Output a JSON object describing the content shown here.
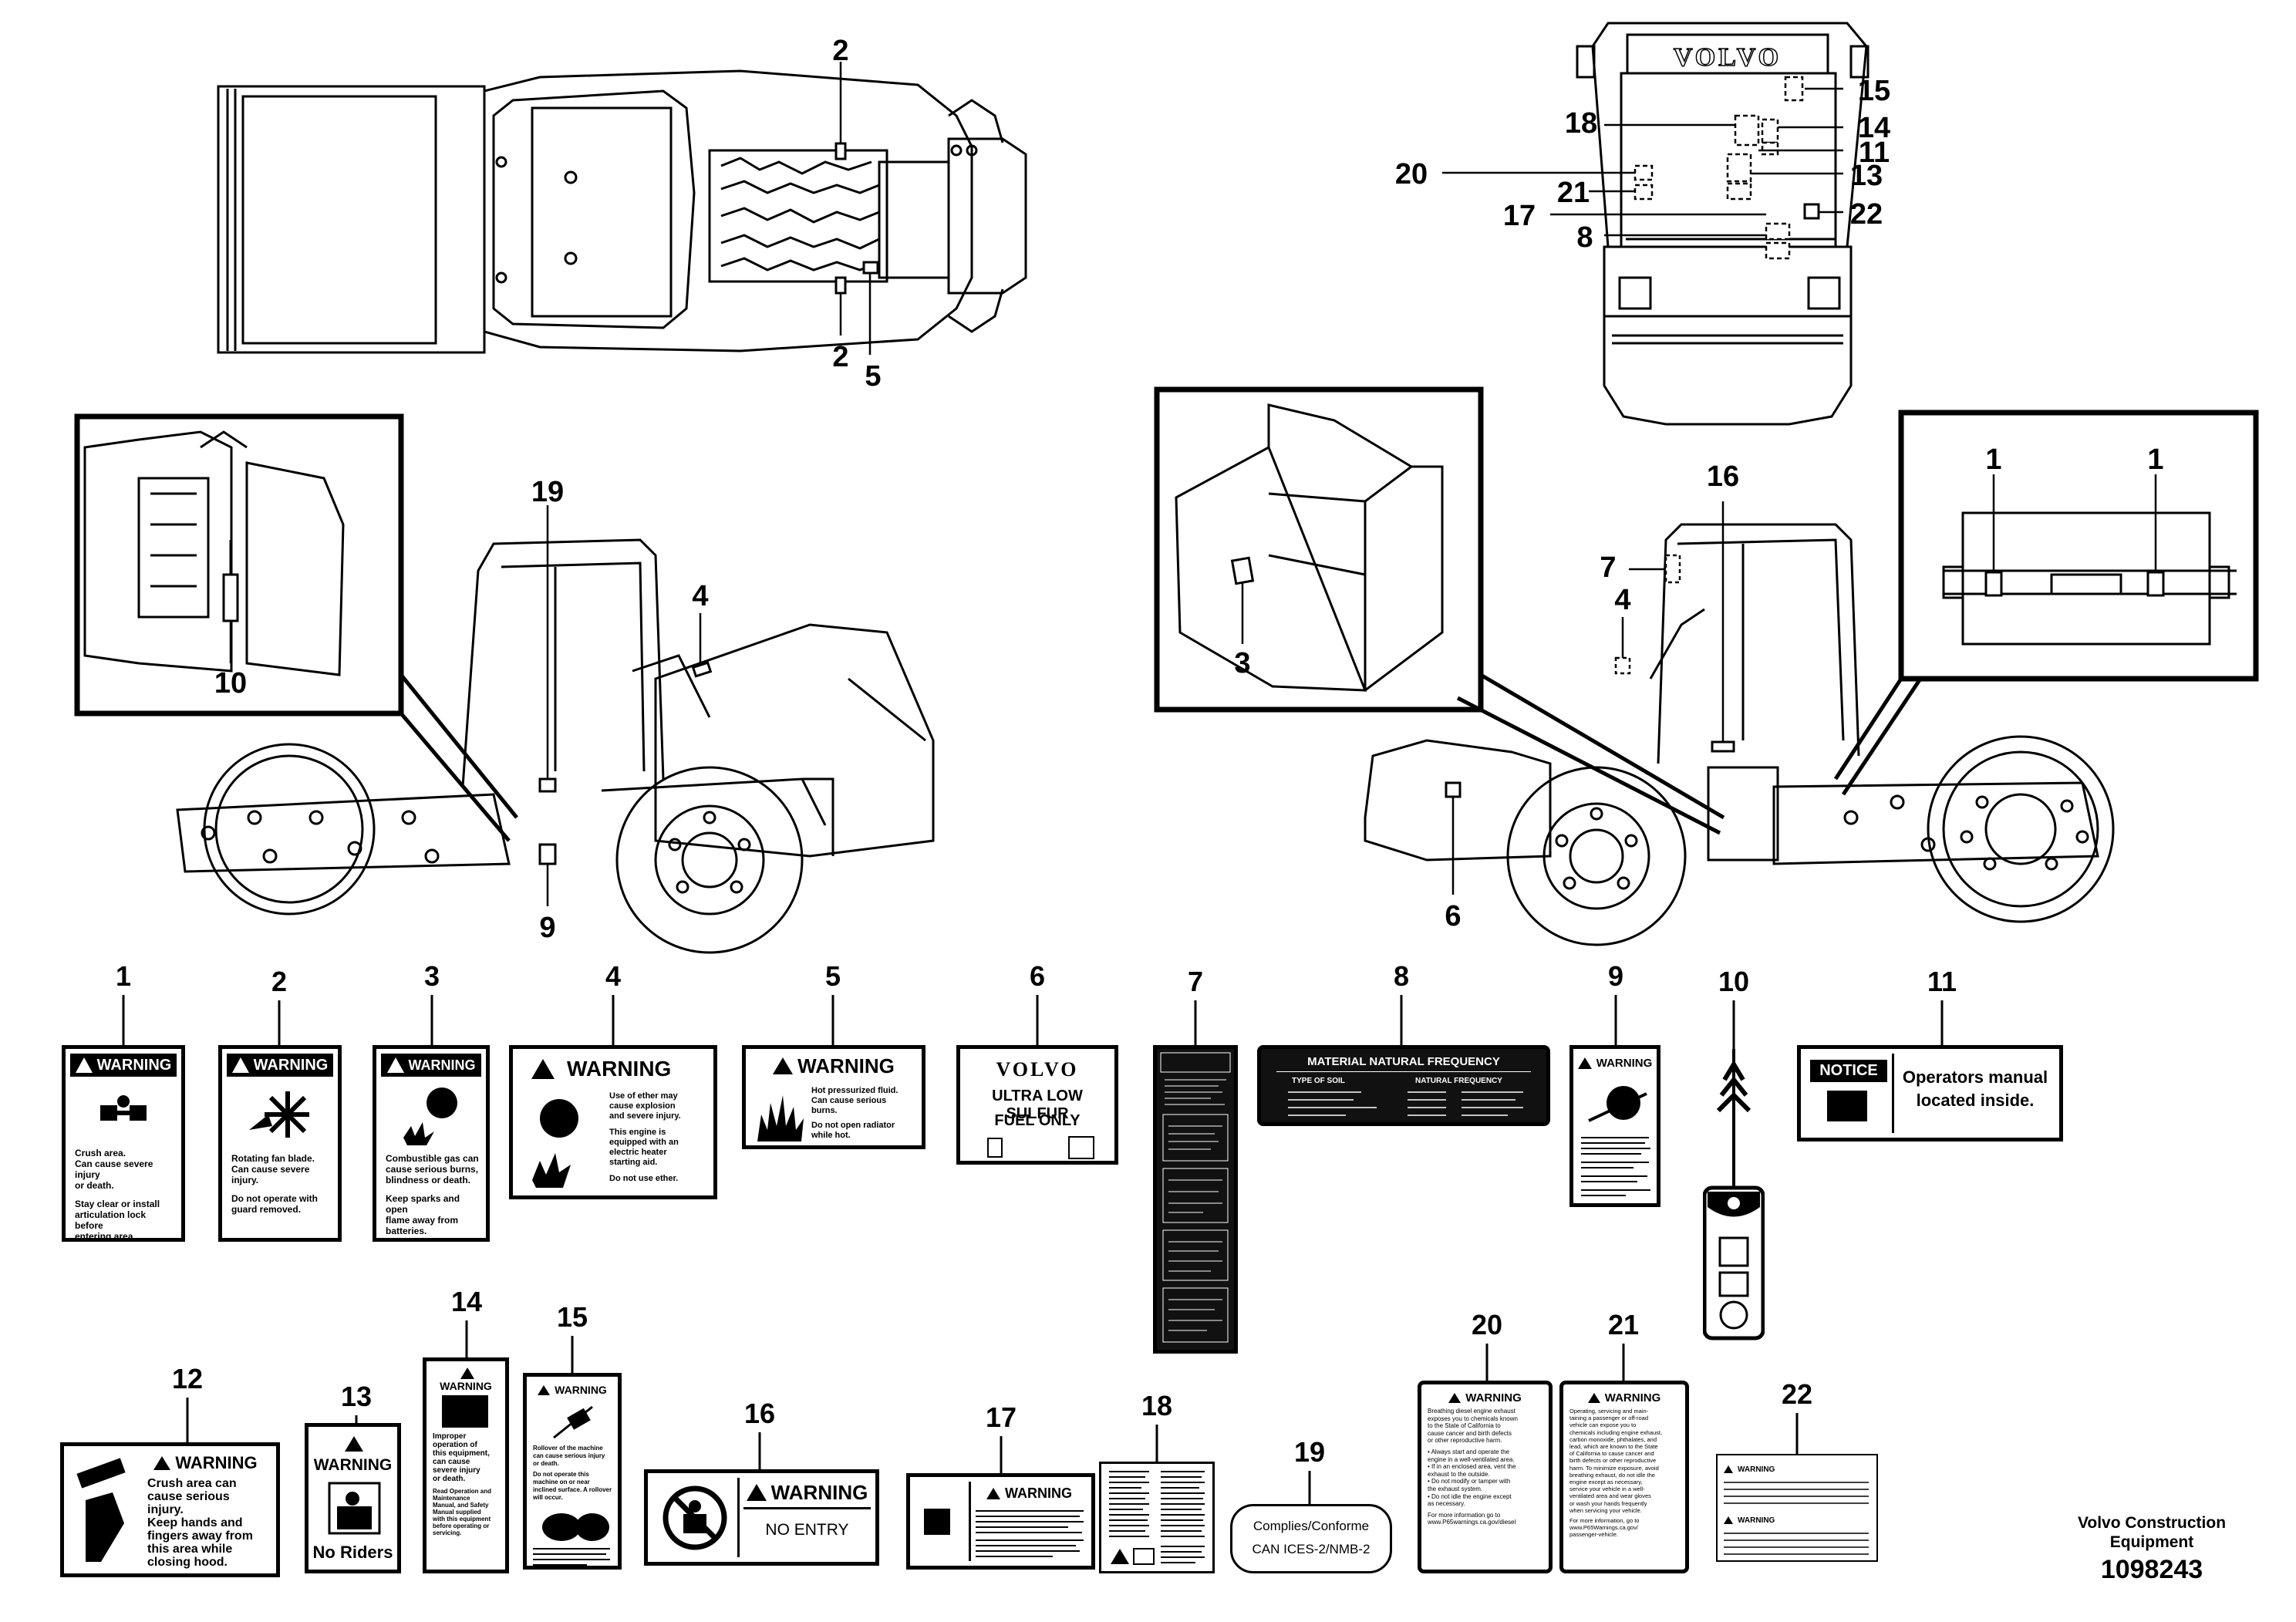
{
  "callouts": {
    "top": [
      "2",
      "2",
      "5"
    ],
    "rear": [
      "15",
      "14",
      "11",
      "13",
      "22",
      "18",
      "20",
      "21",
      "17",
      "8"
    ],
    "left_side": [
      "19",
      "4",
      "9",
      "10"
    ],
    "right_side": [
      "16",
      "7",
      "4",
      "6",
      "3",
      "1",
      "1"
    ]
  },
  "decals": [
    {
      "num": "1",
      "header": "WARNING",
      "lines": [
        "Crush area.",
        "Can cause severe injury",
        "or death.",
        "",
        "Stay clear or install",
        "articulation lock before",
        "entering area"
      ]
    },
    {
      "num": "2",
      "header": "WARNING",
      "lines": [
        "Rotating fan blade.",
        "Can cause severe",
        "injury.",
        "",
        "Do not operate with",
        "guard removed."
      ]
    },
    {
      "num": "3",
      "header": "WARNING",
      "lines": [
        "Combustible gas can",
        "cause serious burns,",
        "blindness or death.",
        "",
        "Keep sparks and open",
        "flame away from",
        "batteries."
      ]
    },
    {
      "num": "4",
      "header": "WARNING",
      "lines": [
        "Use of ether may",
        "cause explosion",
        "and severe injury.",
        "",
        "This engine is",
        "equipped with an",
        "electric heater",
        "starting aid.",
        "",
        "Do not use ether."
      ]
    },
    {
      "num": "5",
      "header": "WARNING",
      "lines": [
        "Hot pressurized fluid.",
        "Can cause serious",
        "burns.",
        "",
        "Do not open radiator",
        "while hot."
      ]
    },
    {
      "num": "6",
      "brand": "VOLVO",
      "lines": [
        "ULTRA LOW SULFUR",
        "FUEL ONLY"
      ]
    },
    {
      "num": "7"
    },
    {
      "num": "8",
      "title": "MATERIAL NATURAL FREQUENCY",
      "col1": "TYPE OF SOIL",
      "col2": "NATURAL FREQUENCY"
    },
    {
      "num": "9",
      "header": "WARNING"
    },
    {
      "num": "10"
    },
    {
      "num": "11",
      "header": "NOTICE",
      "lines": [
        "Operators manual",
        "located inside."
      ]
    },
    {
      "num": "12",
      "header": "WARNING",
      "lines": [
        "Crush area can",
        "cause serious",
        "injury.",
        "Keep hands and",
        "fingers away from",
        "this area while",
        "closing hood."
      ]
    },
    {
      "num": "13",
      "header": "WARNING",
      "lines": [
        "No Riders"
      ]
    },
    {
      "num": "14",
      "header": "WARNING",
      "lines": [
        "Improper",
        "operation of",
        "this equipment,",
        "can cause",
        "severe injury",
        "or death.",
        "",
        "Read Operation and",
        "Maintenance",
        "Manual, and Safety",
        "Manual supplied",
        "with this equipment",
        "before operating or",
        "servicing."
      ]
    },
    {
      "num": "15",
      "header": "WARNING",
      "lines": [
        "Rollover of the machine",
        "can cause serious injury",
        "or death.",
        "",
        "Do not operate this",
        "machine on or near",
        "inclined surface. A rollover",
        "will occur."
      ]
    },
    {
      "num": "16",
      "header": "WARNING",
      "lines": [
        "NO ENTRY"
      ]
    },
    {
      "num": "17",
      "header": "WARNING"
    },
    {
      "num": "18"
    },
    {
      "num": "19",
      "lines": [
        "Complies/Conforme",
        "CAN ICES-2/NMB-2"
      ]
    },
    {
      "num": "20",
      "header": "WARNING",
      "lines": [
        "Breathing diesel engine exhaust",
        "exposes you to chemicals known",
        "to the State of California to",
        "cause cancer and birth defects",
        "or other reproductive harm.",
        "",
        "• Always start and operate the",
        "  engine in a well-ventilated area.",
        "• If in an enclosed area, vent the",
        "  exhaust to the outside.",
        "• Do not modify or tamper with",
        "  the exhaust system.",
        "• Do not idle the engine except",
        "  as necessary.",
        "",
        "For more information go to",
        "www.P65warnings.ca.gov/diesel"
      ]
    },
    {
      "num": "21",
      "header": "WARNING",
      "lines": [
        "Operating, servicing and main-",
        "taining a passenger or off-road",
        "vehicle can expose you to",
        "chemicals including engine exhaust,",
        "carbon monoxide, phthalates, and",
        "lead, which are known to the State",
        "of California to cause cancer and",
        "birth defects or other reproductive",
        "harm. To minimize exposure, avoid",
        "breathing exhaust, do not idle the",
        "engine except as necessary,",
        "service your vehicle in a well-",
        "ventilated area and wear gloves",
        "or wash your hands frequently",
        "when servicing your vehicle.",
        "",
        "For more information, go to",
        "www.P65Warnings.ca.gov/",
        "passenger-vehicle."
      ]
    },
    {
      "num": "22",
      "header": "WARNING"
    }
  ],
  "footer": {
    "caption_line1": "Volvo Construction",
    "caption_line2": "Equipment",
    "doc_number": "1098243"
  },
  "cab_brand": "VOLVO"
}
